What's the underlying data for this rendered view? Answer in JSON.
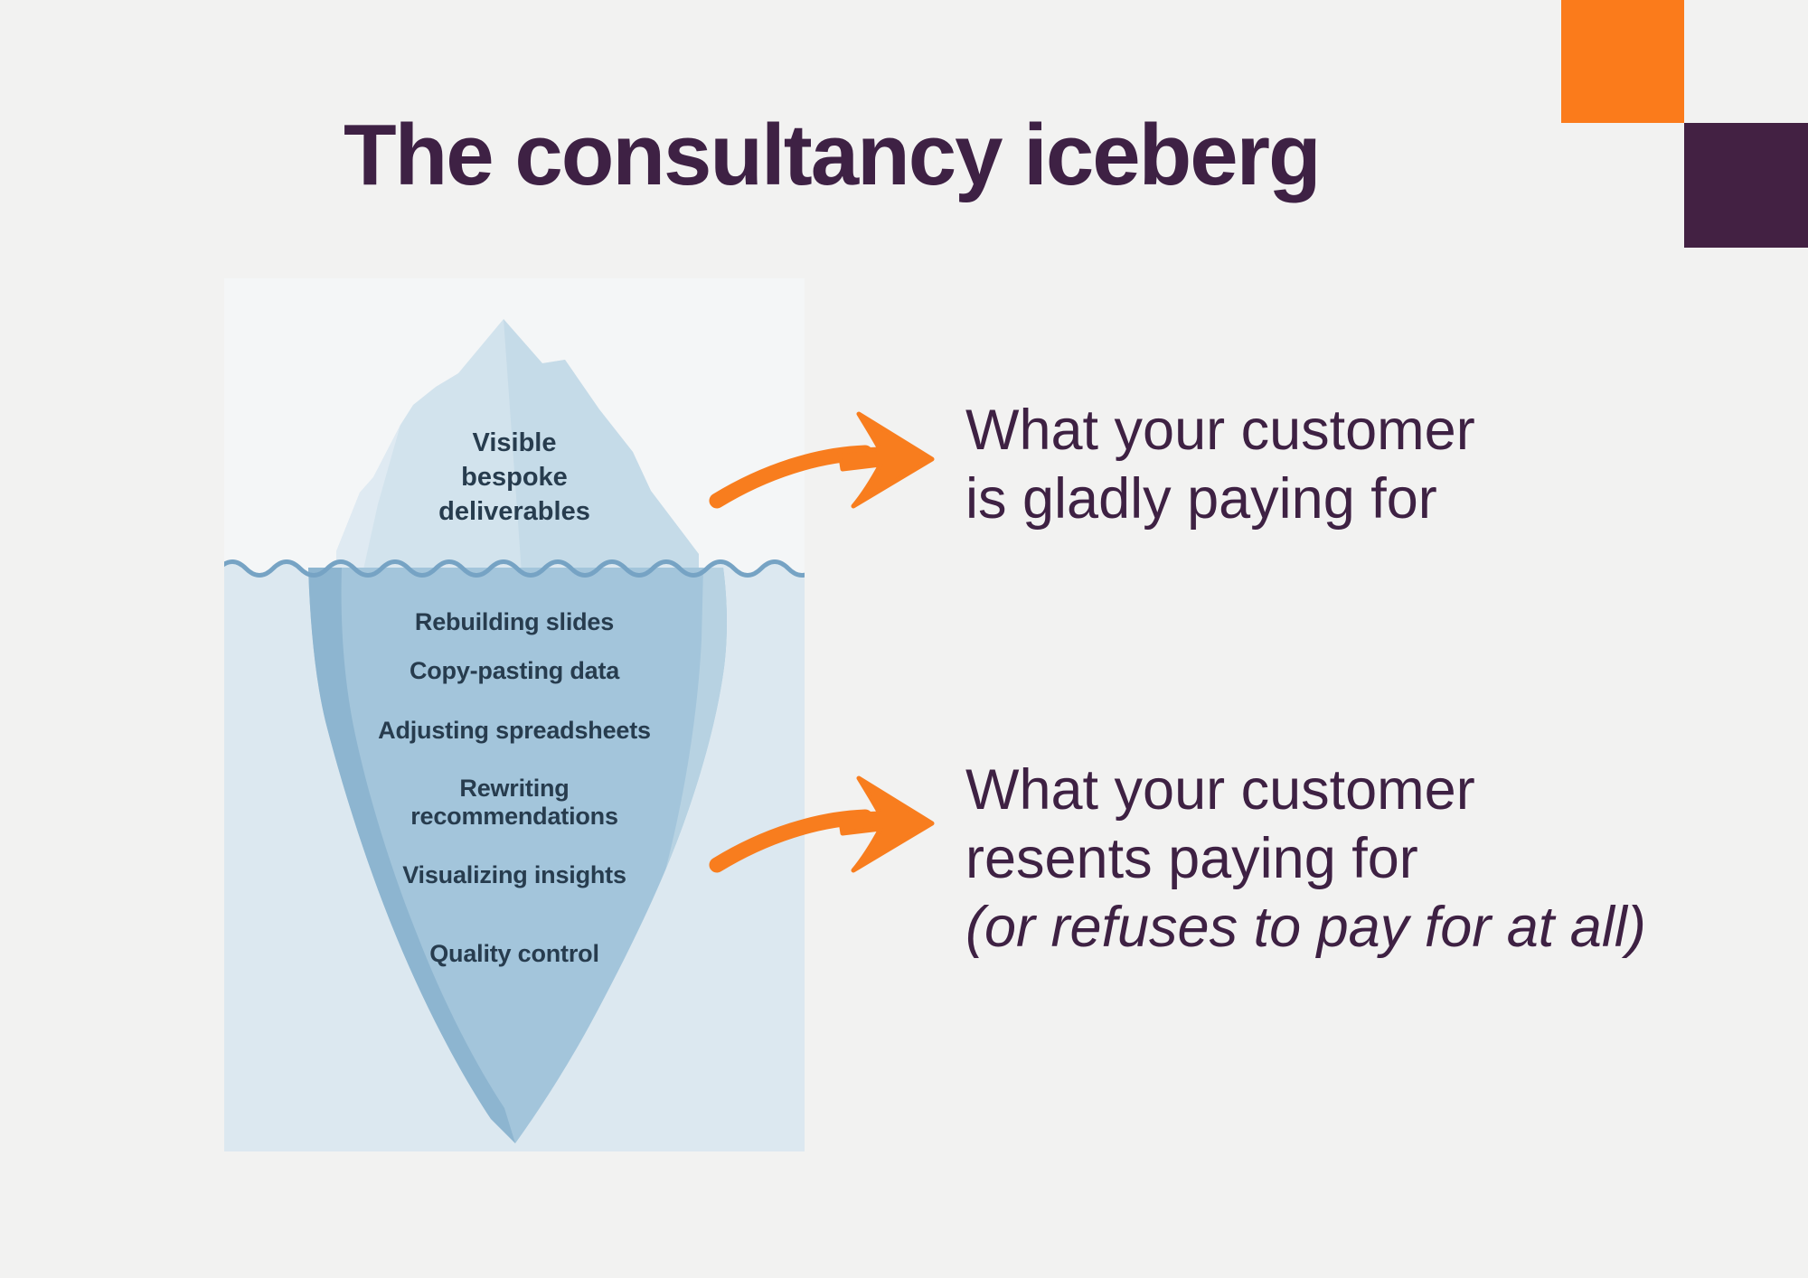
{
  "title": "The consultancy iceberg",
  "iceberg_panel": {
    "tip_label": "Visible\nbespoke\ndeliverables",
    "underwater_labels": [
      "Rebuilding slides",
      "Copy-pasting data",
      "Adjusting spreadsheets",
      "Rewriting\nrecommendations",
      "Visualizing insights",
      "Quality control"
    ]
  },
  "annotations": {
    "top": {
      "line1": "What your customer",
      "line2": "is gladly paying for"
    },
    "bottom": {
      "line1": "What your customer",
      "line2": "resents paying for",
      "line3_italic": "(or refuses to pay for at all)"
    }
  },
  "colors": {
    "bg": "#f2f2f1",
    "title-color": "#3e2144",
    "text-purple": "#3e2143",
    "orange": "#f87d1e",
    "square-orange": "#fb7b1b",
    "square-purple": "#432143",
    "label-color": "#273c4e",
    "above-bg": "#f4f6f7",
    "water": "#dce8f0",
    "berg-above": "#d2e3ed",
    "berg-above-facet": "#c2d8e6",
    "berg-above-light": "#dfeaf2",
    "berg-below": "#a3c5db",
    "berg-below-dark": "#8db5d0",
    "berg-below-light": "#b7d2e2",
    "waterline": "#76a3c4"
  }
}
